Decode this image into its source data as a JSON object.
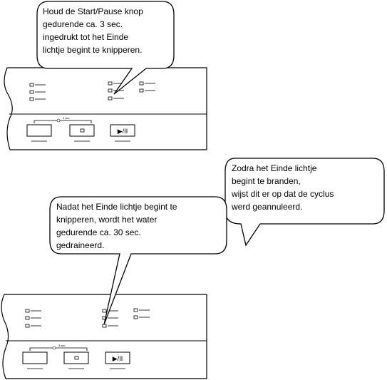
{
  "bubbles": {
    "top": [
      "Houd de Start/Pause knop",
      "gedurende ca. 3 sec.",
      "ingedrukt tot het Einde",
      "lichtje begint te knipperen."
    ],
    "right": [
      "Zodra het Einde lichtje",
      "begint te branden,",
      "wijst dit er op dat de cyclus",
      "werd geannuleerd."
    ],
    "left": [
      "Nadat het Einde lichtje begint te",
      "knipperen, wordt het water",
      "gedurende ca. 30 sec.",
      "gedraineerd."
    ]
  },
  "panel": {
    "lock_label": "3 sec.",
    "start_pause_symbol": "▶/II"
  }
}
